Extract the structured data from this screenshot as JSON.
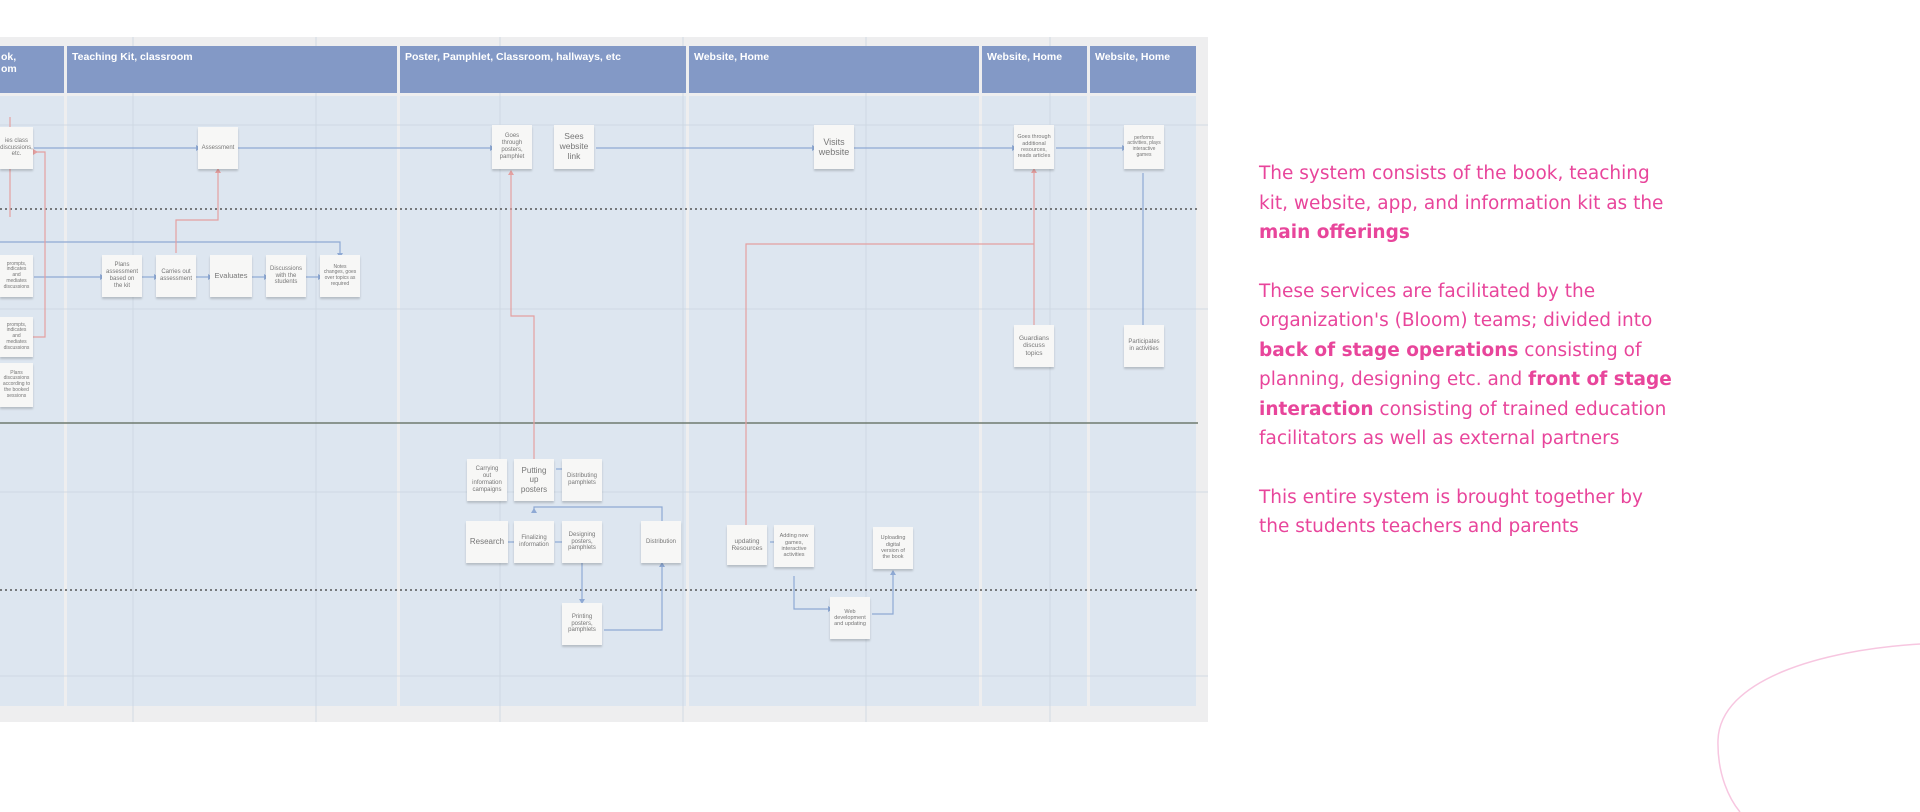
{
  "lanes": [
    {
      "id": "lane-book",
      "label": "ok,\nom"
    },
    {
      "id": "lane-teaching-kit",
      "label": "Teaching Kit, classroom"
    },
    {
      "id": "lane-poster",
      "label": "Poster, Pamphlet, Classroom, hallways, etc"
    },
    {
      "id": "lane-website-1",
      "label": "Website, Home"
    },
    {
      "id": "lane-website-2",
      "label": "Website, Home"
    },
    {
      "id": "lane-website-3",
      "label": "Website, Home"
    }
  ],
  "notes": {
    "n1": "ies class\ndiscussions,\netc.",
    "n2": "Assessment",
    "n3": "Goes\nthrough\nposters,\npamphlet",
    "n4": "Sees\nwebsite\nlink",
    "n5": "Visits\nwebsite",
    "n6": "Goes through\nadditional\nresources,\nreads articles",
    "n7": "performs\nactivities, plays\ninteractive\ngames",
    "n8": "prompts,\nindicates and\nmediates\ndiscussions",
    "n9": "Plans\nassessment\nbased on\nthe kit",
    "n10": "Carries out\nassessment",
    "n11": "Evaluates",
    "n12": "Discussions\nwith the\nstudents",
    "n13": "Notes\nchanges, goes\nover topics as\nrequired",
    "n14": "prompts,\nindicates and\nmediates\ndiscussions",
    "n15": "Plans\ndiscussions\naccording to\nthe booked\nsessions",
    "n16": "Guardians\ndiscuss\ntopics",
    "n17": "Participates\nin activities",
    "n18": "Carrying\nout\ninformation\ncampaigns",
    "n19": "Putting\nup\nposters",
    "n20": "Distributing\npamphlets",
    "n21": "Research",
    "n22": "Finalizing\ninformation",
    "n23": "Designing\nposters,\npamphlets",
    "n24": "Distribution",
    "n25": "updating\nResources",
    "n26": "Adding new\ngames,\ninteractive\nactivities",
    "n27": "Uploading\ndigital\nversion of\nthe book",
    "n28": "Printing\nposters,\npamphlets",
    "n29": "Web\ndevelopment\nand updating"
  },
  "side": {
    "p1_text": "The system consists of the book, teaching kit, website, app, and information kit as the ",
    "p1_bold": "main offerings",
    "p2_a": "These services are facilitated by the organization's (Bloom) teams; divided into ",
    "p2_bold1": "back of stage operations",
    "p2_b": " consisting of planning, designing etc. and ",
    "p2_bold2": "front of stage interaction",
    "p2_c": " consisting of trained education facilitators as well as external partners",
    "p3": "This entire system is brought together by the students teachers and parents"
  },
  "colors": {
    "lane_header": "#8399c6",
    "lane_body": "#dde6f0",
    "canvas": "#eeeeef",
    "connector_blue": "#8ea9d4",
    "connector_red": "#e4a0a0",
    "accent_text": "#e8459b",
    "deco_curve": "#f7c6e0"
  }
}
